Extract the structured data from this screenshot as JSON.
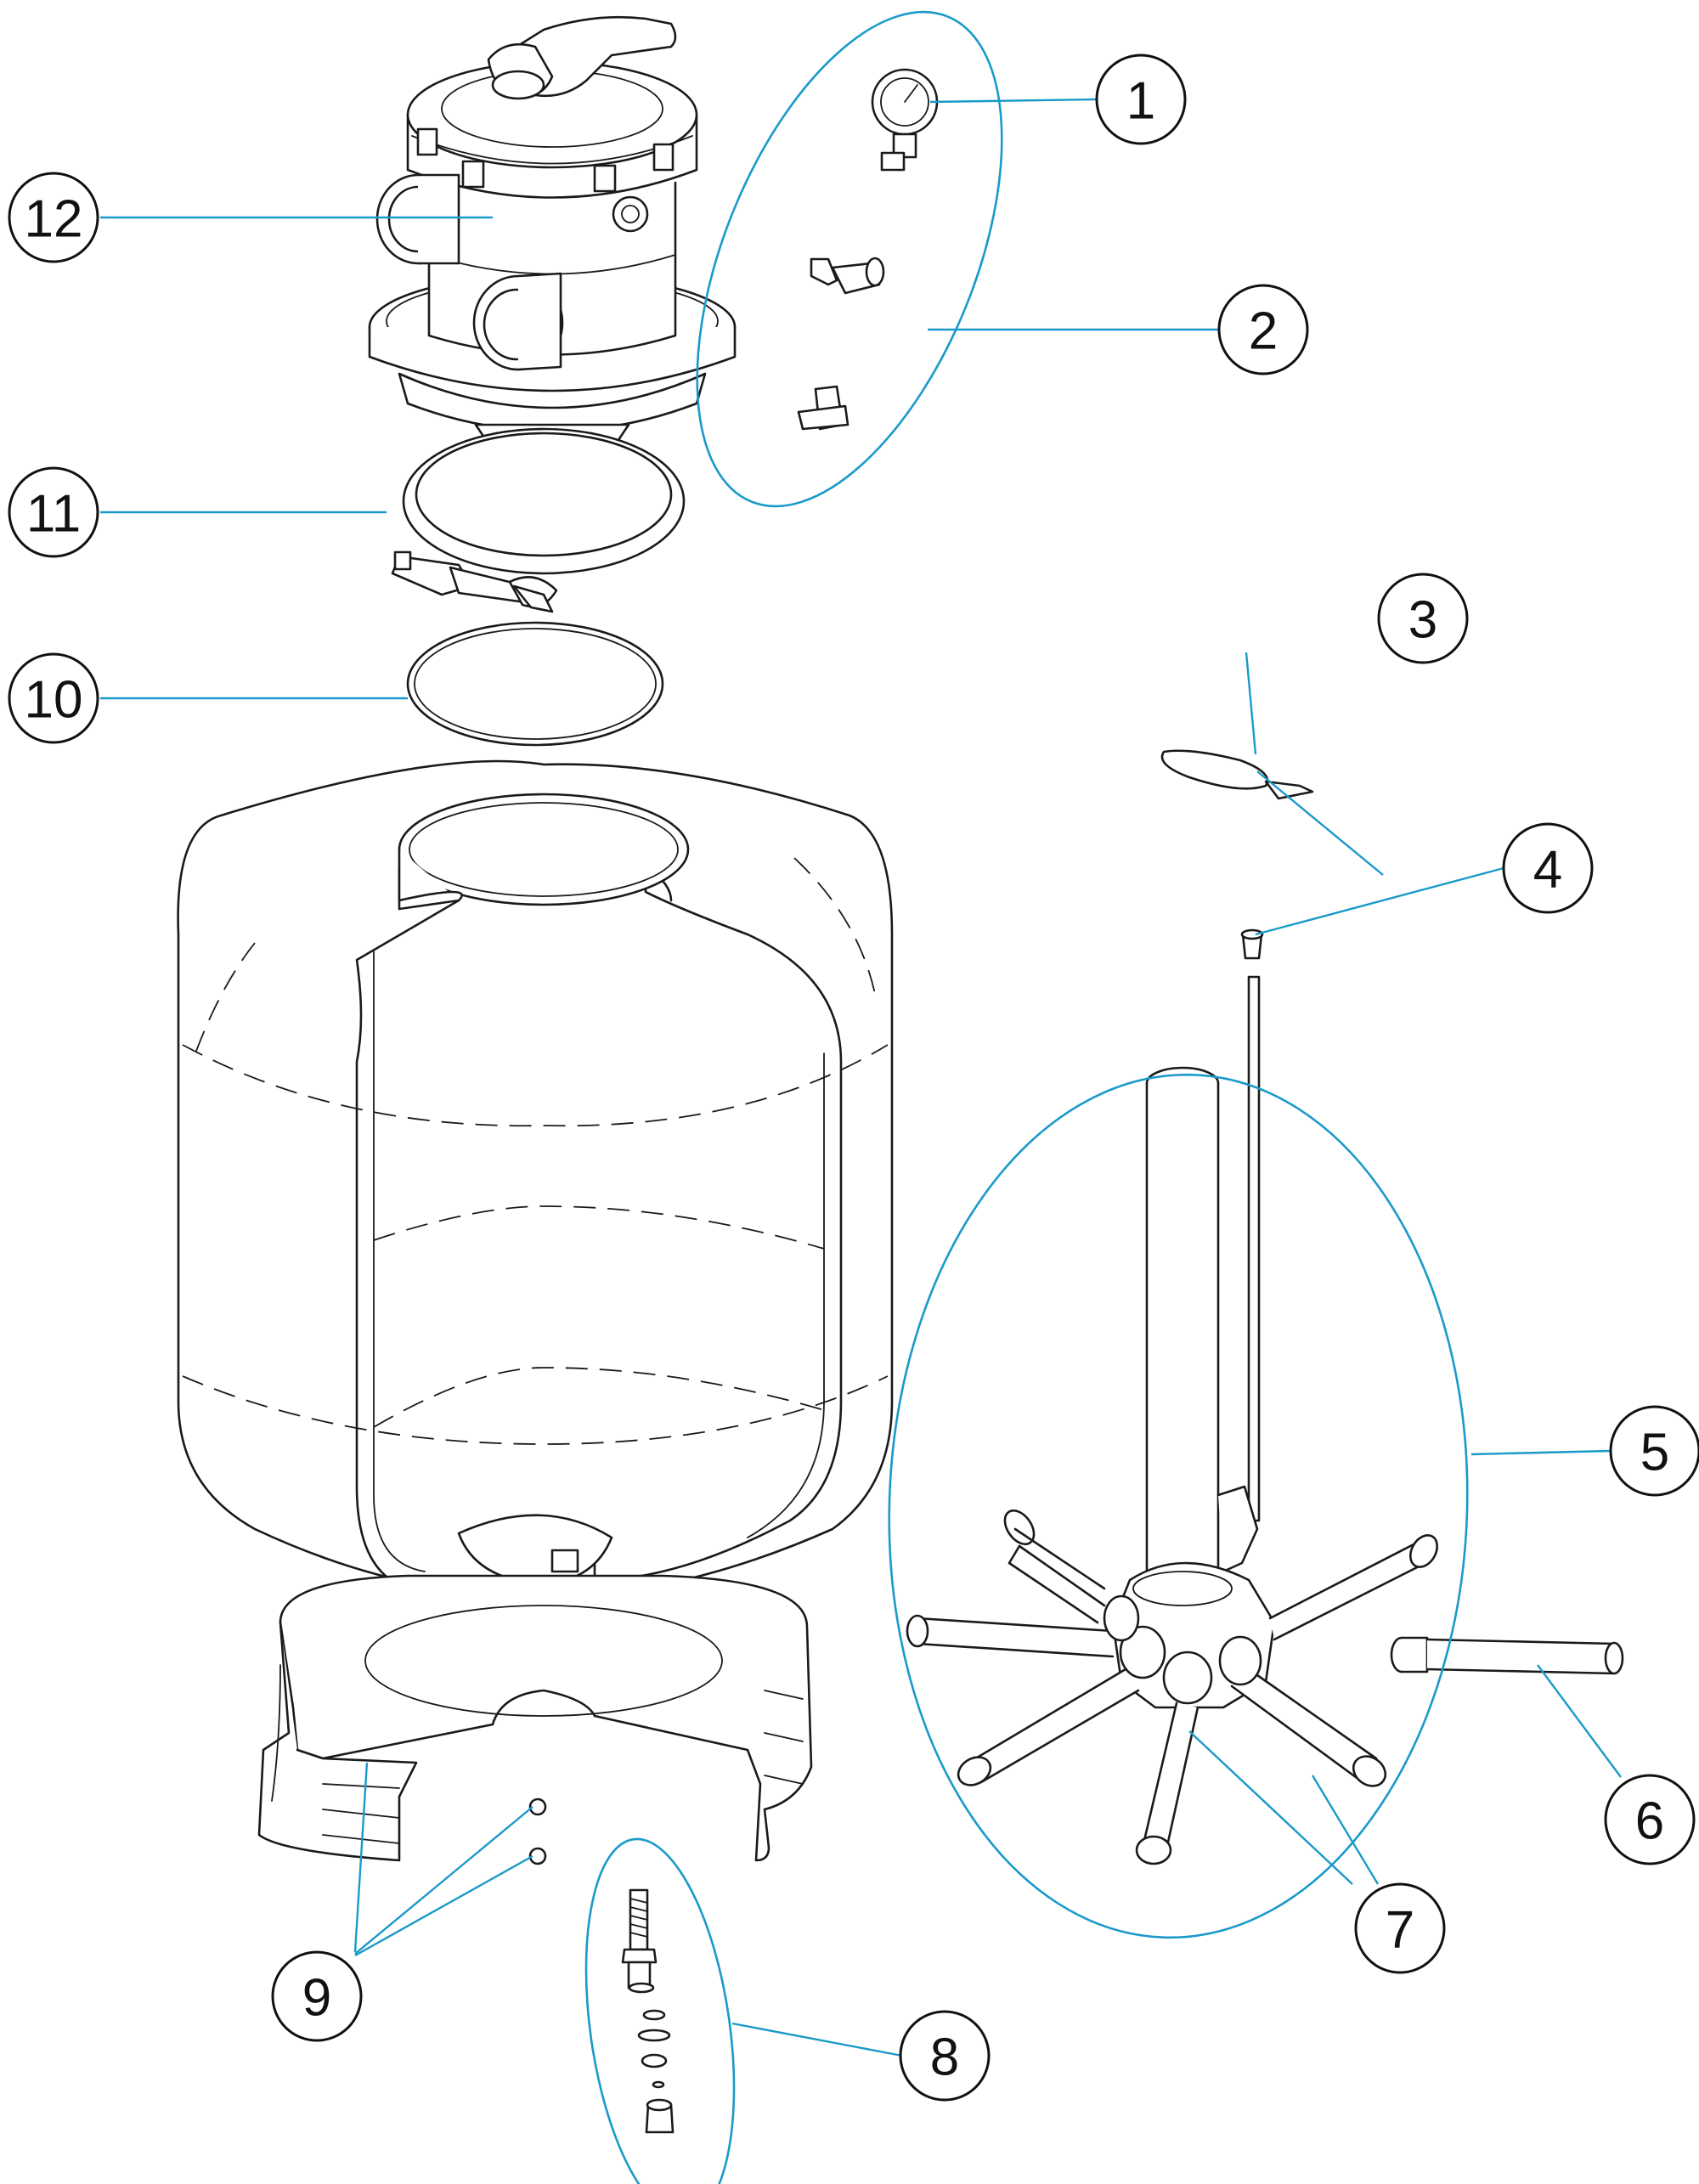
{
  "colors": {
    "leader": "#1a9ac9",
    "ink": "#1a1a1a"
  },
  "callouts": [
    {
      "id": "1",
      "label": "1"
    },
    {
      "id": "2",
      "label": "2"
    },
    {
      "id": "3",
      "label": "3"
    },
    {
      "id": "4",
      "label": "4"
    },
    {
      "id": "5",
      "label": "5"
    },
    {
      "id": "6",
      "label": "6"
    },
    {
      "id": "7",
      "label": "7"
    },
    {
      "id": "8",
      "label": "8"
    },
    {
      "id": "9",
      "label": "9"
    },
    {
      "id": "10",
      "label": "10"
    },
    {
      "id": "11",
      "label": "11"
    },
    {
      "id": "12",
      "label": "12"
    }
  ]
}
